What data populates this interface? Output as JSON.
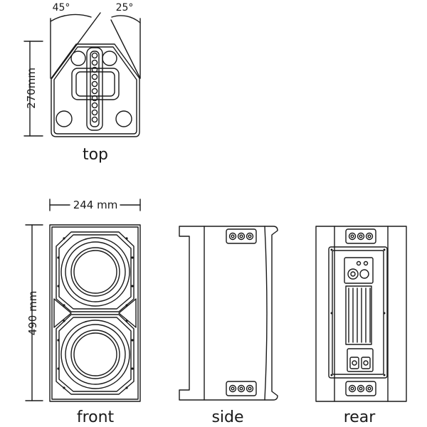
{
  "views": {
    "top": {
      "label": "top"
    },
    "front": {
      "label": "front"
    },
    "side": {
      "label": "side"
    },
    "rear": {
      "label": "rear"
    }
  },
  "dimensions": {
    "depth": "270mm",
    "width": "244 mm",
    "height": "490 mm"
  },
  "angles": {
    "left": "45°",
    "right": "25°"
  },
  "colors": {
    "line": "#1a1a1a",
    "background": "#ffffff"
  }
}
